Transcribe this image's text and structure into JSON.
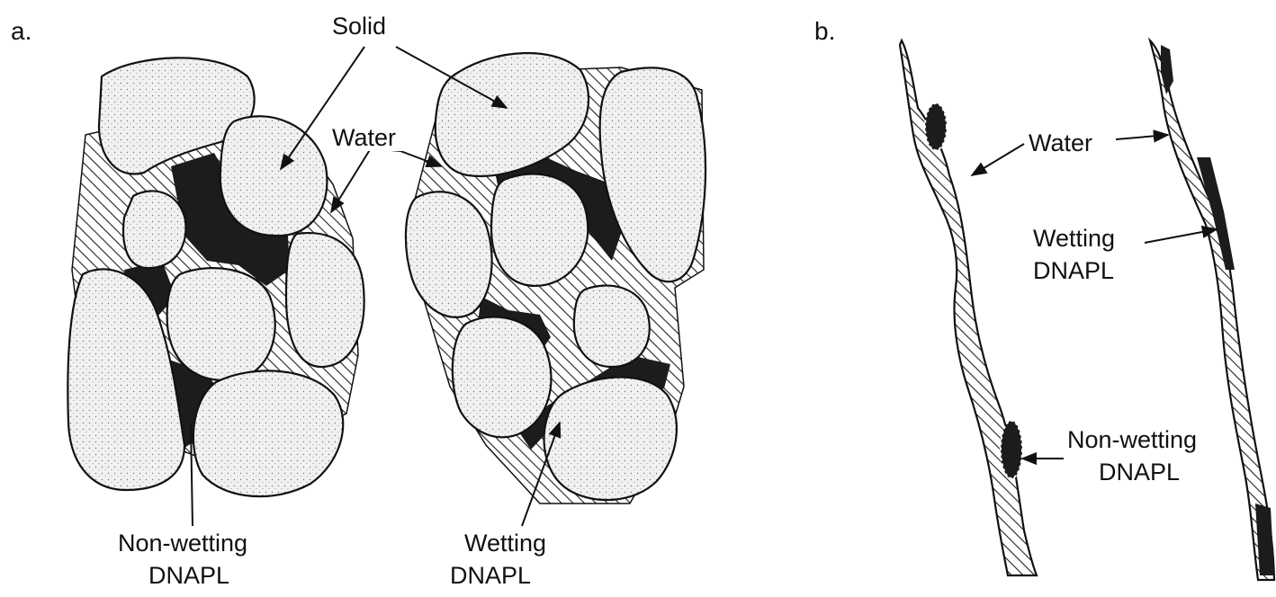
{
  "panels": {
    "a": {
      "letter": "a.",
      "labels": {
        "solid": "Solid",
        "water": "Water",
        "nonwetting_line1": "Non-wetting",
        "nonwetting_line2": "DNAPL",
        "wetting_line1": "Wetting",
        "wetting_line2": "DNAPL"
      }
    },
    "b": {
      "letter": "b.",
      "labels": {
        "water": "Water",
        "wetting_line1": "Wetting",
        "wetting_line2": "DNAPL",
        "nonwetting_line1": "Non-wetting",
        "nonwetting_line2": "DNAPL"
      }
    }
  },
  "colors": {
    "ink": "#111111",
    "grain_fill": "#ececec",
    "dnapl_fill": "#1c1c1c",
    "background": "#ffffff"
  }
}
